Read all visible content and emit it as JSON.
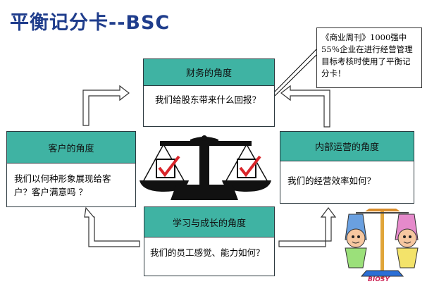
{
  "title": "平衡记分卡--BSC",
  "note": "《商业周刊》1000强中55％企业在进行经营管理目标考核时使用了平衡记分卡！",
  "cards": {
    "financial": {
      "header": "财务的角度",
      "body": "我们给股东带来什么回报？"
    },
    "customer": {
      "header": "客户的角度",
      "body": "我们以何种形象展现给客户？客户满意吗 ？"
    },
    "operations": {
      "header": "内部运营的角度",
      "body": "我们的经营效率如何？"
    },
    "learning": {
      "header": "学习与成长的角度",
      "body": "我们的员工感觉、能力如何？"
    }
  },
  "signature": "BIOSY",
  "icons": [
    "balance-scale-icon",
    "checkmark-icon",
    "arrow-icon",
    "cartoon-scale-icon"
  ],
  "colors": {
    "header_fill": "#3fb3a3",
    "title": "#1f3d8c",
    "check": "#d9252a"
  }
}
